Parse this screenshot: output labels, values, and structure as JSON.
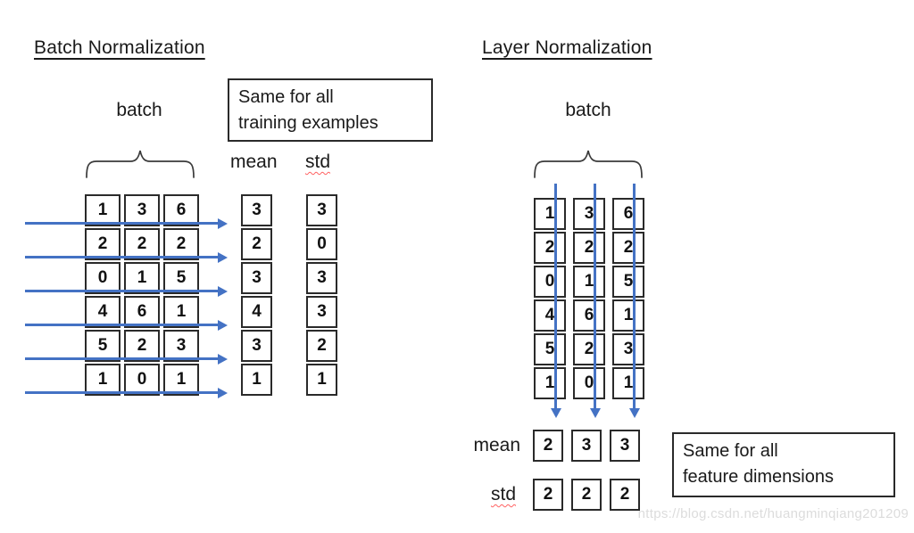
{
  "batch_norm": {
    "title": "Batch Normalization",
    "batch_label": "batch",
    "note_line1": "Same for all",
    "note_line2": "training examples",
    "mean_label": "mean",
    "std_label": "std",
    "matrix": [
      [
        1,
        3,
        6
      ],
      [
        2,
        2,
        2
      ],
      [
        0,
        1,
        5
      ],
      [
        4,
        6,
        1
      ],
      [
        5,
        2,
        3
      ],
      [
        1,
        0,
        1
      ]
    ],
    "mean": [
      3,
      2,
      3,
      4,
      3,
      1
    ],
    "std": [
      3,
      0,
      3,
      3,
      2,
      1
    ]
  },
  "layer_norm": {
    "title": "Layer Normalization",
    "batch_label": "batch",
    "note_line1": "Same for all",
    "note_line2": "feature dimensions",
    "mean_label": "mean",
    "std_label": "std",
    "matrix": [
      [
        1,
        3,
        6
      ],
      [
        2,
        2,
        2
      ],
      [
        0,
        1,
        5
      ],
      [
        4,
        6,
        1
      ],
      [
        5,
        2,
        3
      ],
      [
        1,
        0,
        1
      ]
    ],
    "mean": [
      2,
      3,
      3
    ],
    "std": [
      2,
      2,
      2
    ]
  },
  "watermark": "https://blog.csdn.net/huangminqiang201209",
  "colors": {
    "arrow_blue": "#4472C4",
    "border_black": "#2a2a2a",
    "squiggle_red": "#ff6161",
    "watermark_gray": "#dcdcdc"
  }
}
